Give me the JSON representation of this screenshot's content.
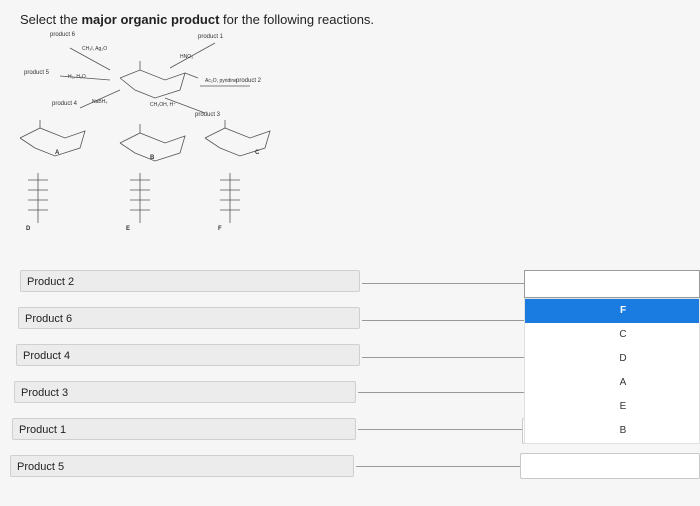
{
  "question": {
    "prefix": "Select the ",
    "bold": "major organic product",
    "suffix": " for the following reactions."
  },
  "scheme": {
    "product_labels": [
      "product 6",
      "product 1",
      "product 5",
      "product 2",
      "product 4",
      "product 3"
    ],
    "reagents": [
      "CH₃I, Ag₂O",
      "HNO₃",
      "H₂, H₂O",
      "Ac₂O, pyridine",
      "NaBH₄",
      "CH₃OH, H⁺"
    ],
    "compound_letters": [
      "A",
      "B",
      "C",
      "D",
      "E",
      "F"
    ]
  },
  "rows": [
    {
      "label": "Product 2"
    },
    {
      "label": "Product 6"
    },
    {
      "label": "Product 4"
    },
    {
      "label": "Product 3"
    },
    {
      "label": "Product 1"
    },
    {
      "label": "Product 5"
    }
  ],
  "dropdown": {
    "options": [
      "F",
      "C",
      "D",
      "A",
      "E",
      "B"
    ],
    "selected": "F",
    "accent": "#1a7be0"
  }
}
